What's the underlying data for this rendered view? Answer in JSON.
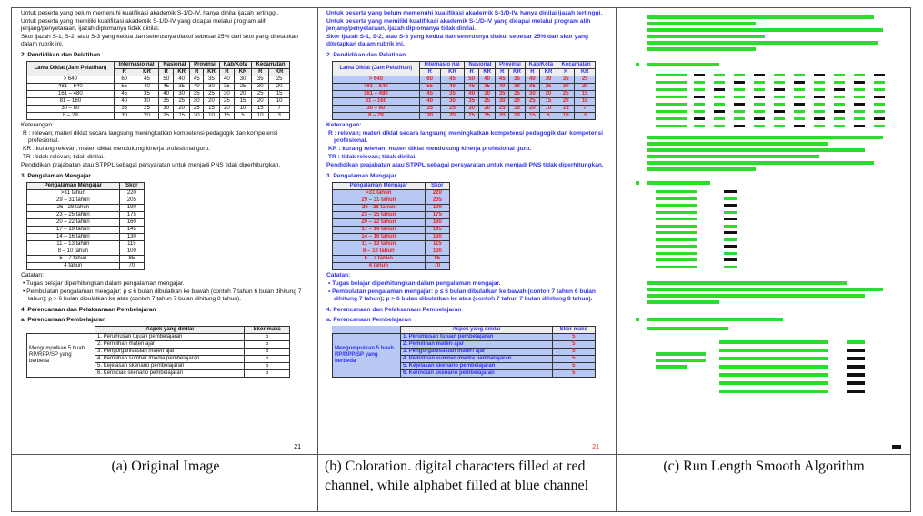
{
  "captions": {
    "a": "(a) Original Image",
    "b": "(b) Coloration. digital characters filled at red channel, while alphabet filled at blue channel",
    "c": "(c) Run Length Smooth Algorithm"
  },
  "doc": {
    "intro1": "Untuk peserta yang belum memenuhi kualifikasi akademik S-1/D-IV, hanya dinilai ijazah tertinggi.",
    "intro2": "Untuk peserta yang memiliki kualifikasi akademik S-1/D-IV yang dicapai melalui program alih jenjang/penyetaraan, ijazah diplomanya tidak dinilai.",
    "intro3": "Skor ijazah S-1, S-2, atau S-3 yang kedua dan seterusnya diakui sebesar 25% dari skor yang ditetapkan dalam rubrik ini.",
    "sec2": "2.  Pendidikan dan Pelatihan",
    "table1_head": [
      "Lama Diklat (Jam Pelatihan)",
      "Internasio nal",
      "Nasional",
      "Provinsi",
      "Kab/Kota",
      "Kecamatan"
    ],
    "table1_sub": [
      "R",
      "KR",
      "R",
      "KR",
      "R",
      "KR",
      "R",
      "KR",
      "R",
      "KR"
    ],
    "table1_rows": [
      [
        "> 640",
        "60",
        "45",
        "50",
        "40",
        "45",
        "35",
        "40",
        "30",
        "35",
        "25"
      ],
      [
        "481 – 640",
        "55",
        "40",
        "45",
        "35",
        "40",
        "30",
        "35",
        "25",
        "30",
        "20"
      ],
      [
        "161 – 480",
        "45",
        "35",
        "40",
        "30",
        "35",
        "25",
        "30",
        "20",
        "25",
        "15"
      ],
      [
        "81 – 160",
        "40",
        "30",
        "35",
        "25",
        "30",
        "20",
        "25",
        "15",
        "20",
        "10"
      ],
      [
        "30 – 80",
        "35",
        "25",
        "30",
        "20",
        "25",
        "15",
        "20",
        "10",
        "15",
        "7"
      ],
      [
        "8 – 29",
        "30",
        "20",
        "25",
        "15",
        "20",
        "10",
        "15",
        "5",
        "10",
        "3"
      ]
    ],
    "ket_title": "Keterangan:",
    "ket_r": "R    :  relevan; materi diklat secara langsung meningkatkan kompetensi pedagogik dan kompetensi profesional.",
    "ket_kr": "KR  :  kurang relevan; materi diklat mendukung kinerja profesional guru.",
    "ket_tr": "TR  :  tidak relevan; tidak dinilai.",
    "ket_pra": "Pendidikan prajabatan atau STPPL sebagai persyaratan untuk menjadi PNS tidak diperhitungkan.",
    "sec3": "3.  Pengalaman Mengajar",
    "table2_head": [
      "Pengalaman Mengajar",
      "Skor"
    ],
    "table2_rows": [
      [
        ">31 tahun",
        "220"
      ],
      [
        "29 – 31 tahun",
        "205"
      ],
      [
        "26 - 28 tahun",
        "190"
      ],
      [
        "23 – 25 tahun",
        "175"
      ],
      [
        "20 – 22 tahun",
        "160"
      ],
      [
        "17 – 19 tahun",
        "145"
      ],
      [
        "14 – 16 tahun",
        "130"
      ],
      [
        "11 – 13 tahun",
        "115"
      ],
      [
        "8 – 10 tahun",
        "100"
      ],
      [
        "5 – 7 tahun",
        "85"
      ],
      [
        "4 tahun",
        "70"
      ]
    ],
    "catatan": "Catatan:",
    "cat1": "•  Tugas belajar diperhitungkan dalam pengalaman mengajar.",
    "cat2": "•  Pembulatan pengalaman mengajar: p ≤ 6 bulan dibulatkan ke bawah (contoh 7 tahun 6 bulan dihitung 7 tahun); p > 6 bulan dibulatkan ke atas (contoh 7 tahun 7 bulan dihitung 8 tahun).",
    "sec4": "4.  Perencanaan dan Pelaksanaan Pembelajaran",
    "sub4a": "a. Perencanaan Pembelajaran",
    "table3_head": [
      "Aspek yang dinilai",
      "Skor maks"
    ],
    "table3_left": "Mengumpulkan 5 buah RP/RPP/SP yang berbeda",
    "table3_rows": [
      [
        "1.  Perumusan tujuan pembelajaran",
        "5"
      ],
      [
        "2.  Pemilihan materi ajar",
        "5"
      ],
      [
        "3.  Pengorganisasian materi ajar",
        "5"
      ],
      [
        "4.  Pemilihan sumber /media pembelajaran",
        "5"
      ],
      [
        "5.  Kejelasan skenario pembelajaran",
        "5"
      ],
      [
        "6.  Kerincian skenario pembelajaran",
        "5"
      ]
    ],
    "page": "21"
  },
  "colors": {
    "red": "#ee2222",
    "blue": "#3333ee",
    "green": "#2bdc2b",
    "table_bg": "#b7c8f5"
  }
}
